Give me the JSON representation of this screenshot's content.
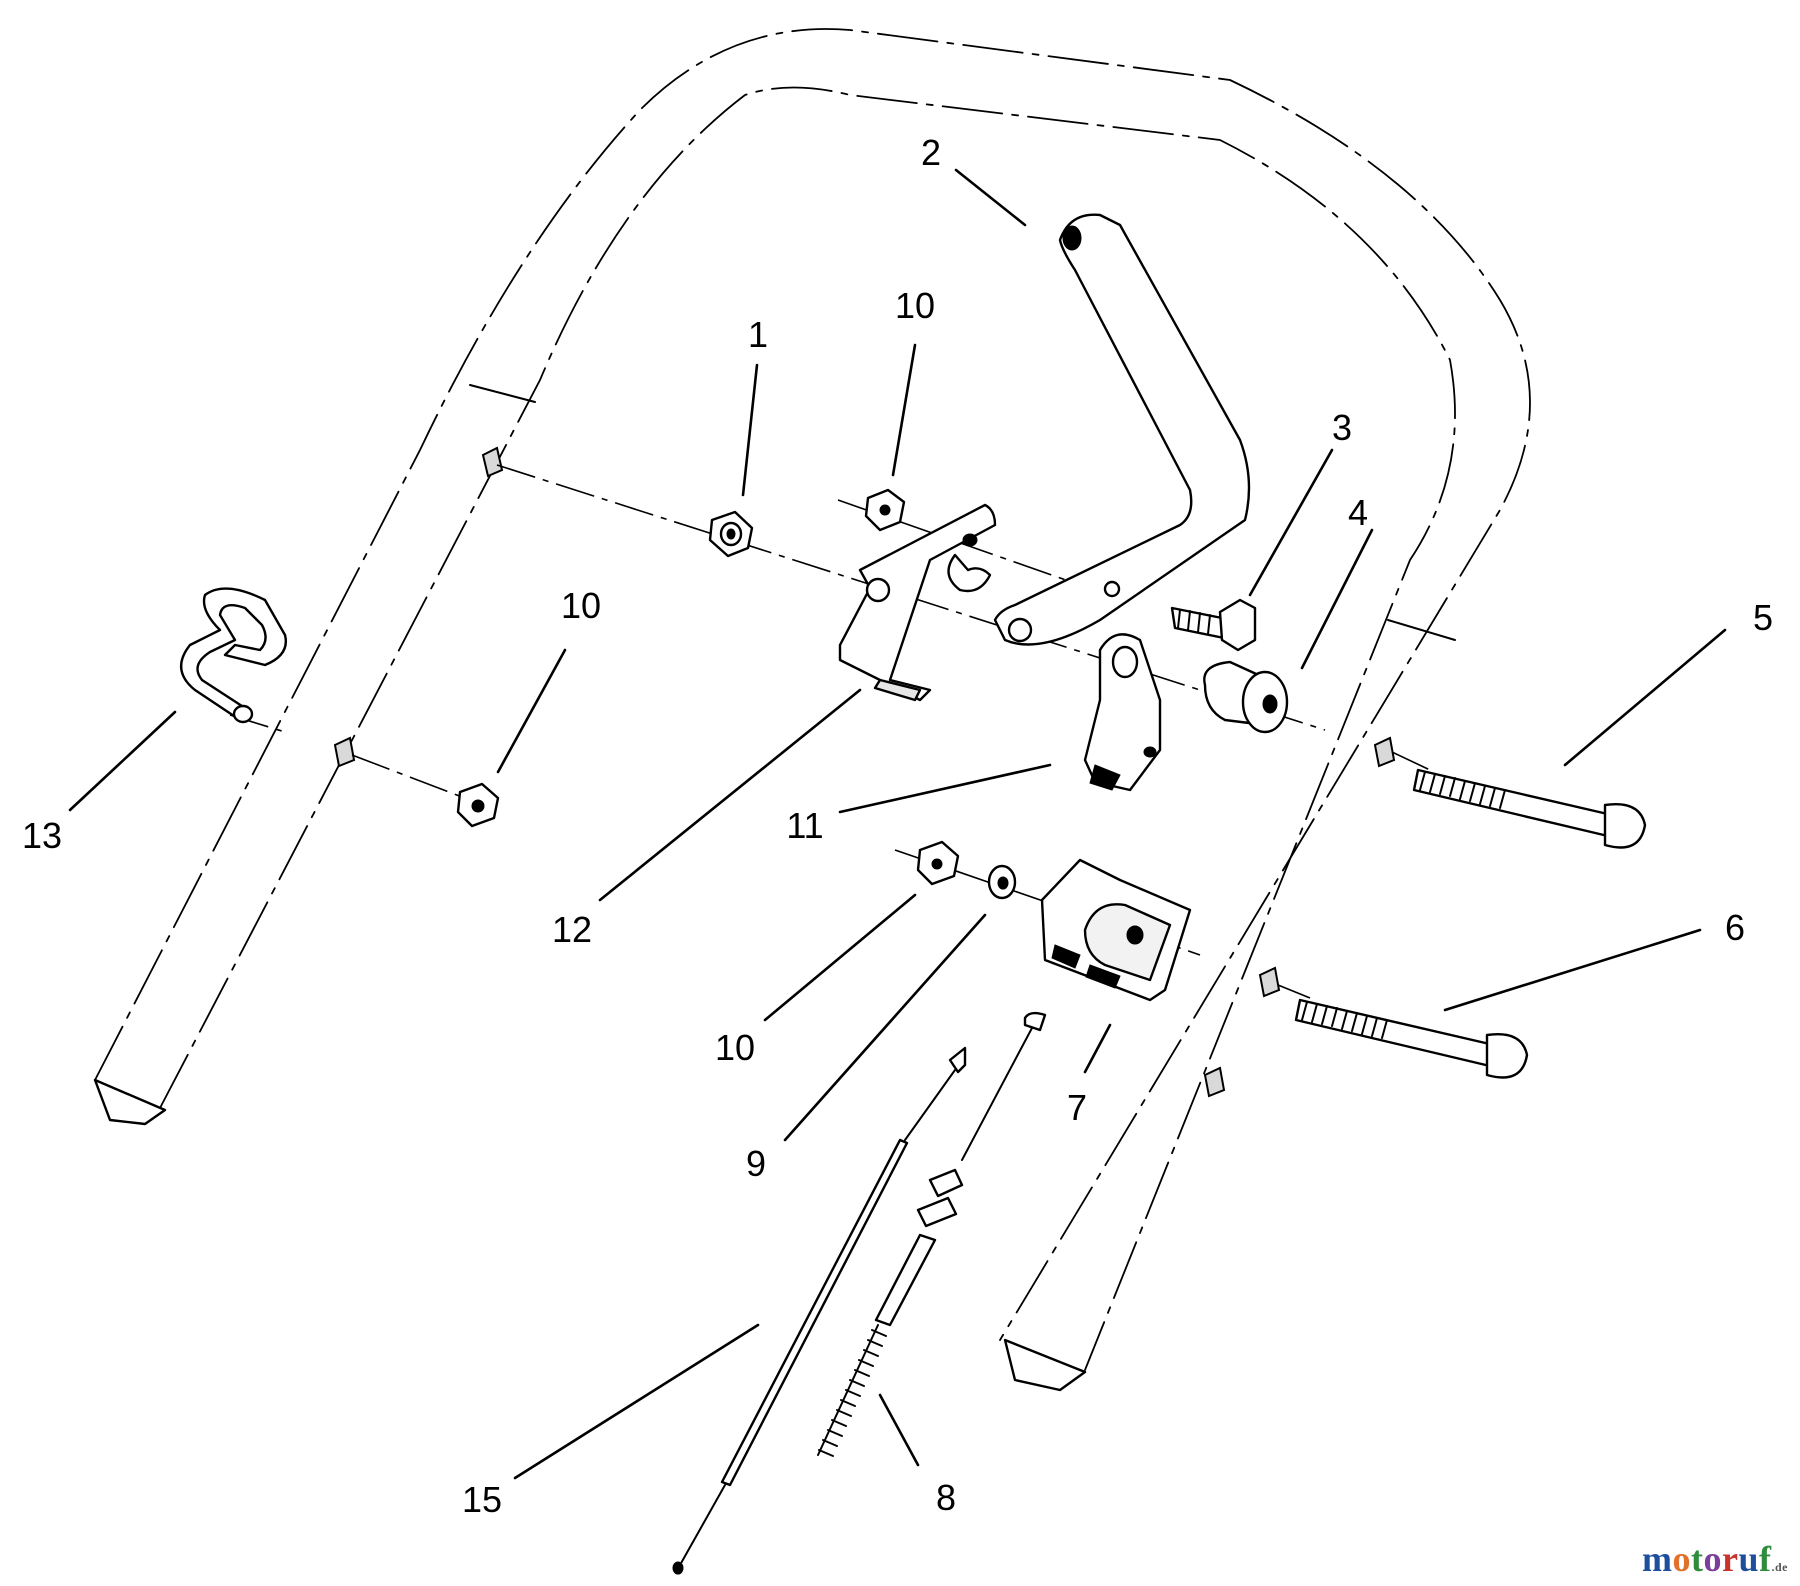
{
  "callouts": [
    {
      "id": "c1",
      "label": "1"
    },
    {
      "id": "c2",
      "label": "2"
    },
    {
      "id": "c3",
      "label": "3"
    },
    {
      "id": "c4",
      "label": "4"
    },
    {
      "id": "c5",
      "label": "5"
    },
    {
      "id": "c6",
      "label": "6"
    },
    {
      "id": "c7",
      "label": "7"
    },
    {
      "id": "c8",
      "label": "8"
    },
    {
      "id": "c9",
      "label": "9"
    },
    {
      "id": "c10a",
      "label": "10"
    },
    {
      "id": "c10b",
      "label": "10"
    },
    {
      "id": "c10c",
      "label": "10"
    },
    {
      "id": "c11",
      "label": "11"
    },
    {
      "id": "c12",
      "label": "12"
    },
    {
      "id": "c13",
      "label": "13"
    },
    {
      "id": "c15",
      "label": "15"
    }
  ],
  "watermark": {
    "brand": "motoruf",
    "domain": ".de"
  }
}
